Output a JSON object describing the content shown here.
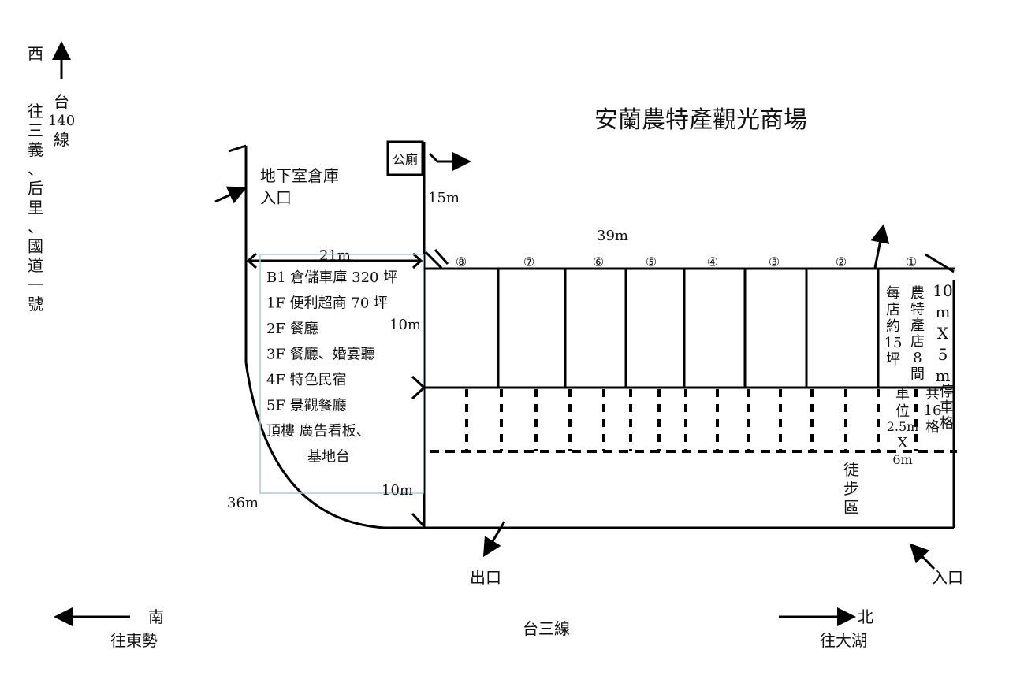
{
  "title": "安蘭農特產觀光商場",
  "west": {
    "label": "西",
    "road": [
      "台",
      "140",
      "線"
    ],
    "direction": [
      "往",
      "三",
      "義",
      "、",
      "后",
      "里",
      "、",
      "國",
      "道",
      "一",
      "號"
    ]
  },
  "south": {
    "label": "南",
    "direction": "往東勢"
  },
  "north": {
    "label": "北",
    "direction": "往大湖"
  },
  "road_bottom": "台三線",
  "basement_entrance": [
    "地下室倉庫",
    "入口"
  ],
  "toilet": "公廁",
  "dimensions": {
    "d15": "15m",
    "d39": "39m",
    "d21": "21m",
    "d10a": "10m",
    "d10b": "10m",
    "d36": "36m"
  },
  "floors": [
    "B1  倉儲車庫 320 坪",
    "1F  便利超商 70 坪",
    "2F  餐廳",
    "3F  餐廳、婚宴聽",
    "4F  特色民宿",
    "5F  景觀餐廳",
    "頂樓  廣告看板、",
    "基地台"
  ],
  "shops": [
    "⑧",
    "⑦",
    "⑥",
    "⑤",
    "④",
    "③",
    "②",
    "①"
  ],
  "shop_notes": {
    "area": [
      "每",
      "店",
      "約",
      "15",
      "坪"
    ],
    "count": [
      "農",
      "特",
      "產",
      "店",
      "8",
      "間"
    ],
    "size": [
      "10",
      "m",
      "X",
      "5",
      "m"
    ],
    "parking_size": [
      "車",
      "位",
      "2.5m",
      "X",
      "6m"
    ],
    "parking_total": [
      "共",
      "16",
      "格"
    ],
    "parking_total_b": [
      "停",
      "車",
      "格"
    ]
  },
  "walkway": [
    "徒",
    "步",
    "區"
  ],
  "exit": "出口",
  "entrance": "入口"
}
